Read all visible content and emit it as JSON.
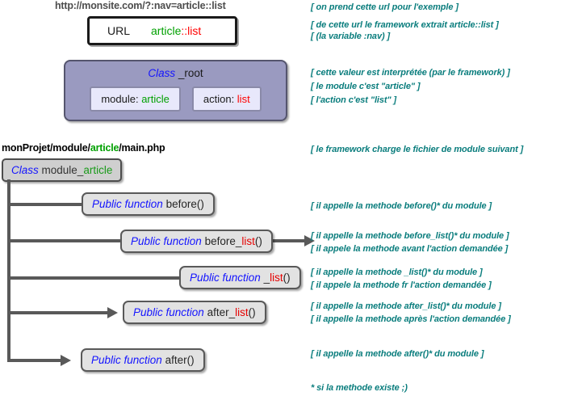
{
  "top": {
    "url_title_plain": "http://monsite.com/?:nav=article::list",
    "url_box": {
      "label": "URL",
      "value_module": "article",
      "value_sep": "::",
      "value_action": "list"
    },
    "annotations": [
      "[ on prend cette url pour l'exemple ]",
      "[ de cette url le framework extrait article::list ]",
      "[ (la variable :nav) ]"
    ]
  },
  "root_class": {
    "keyword": "Class",
    "name": "_root",
    "module_key": "module: ",
    "module_value": "article",
    "action_key": "action: ",
    "action_value": "list",
    "annotations": [
      "[ cette valeur est interprétée (par le framework) ]",
      "[ le module c'est \"article\" ]",
      "[ l'action c'est \"list\" ]"
    ]
  },
  "module_file": {
    "path_prefix": "monProjet/module/",
    "path_highlight": "article",
    "path_suffix": "/main.php",
    "class_keyword": "Class",
    "class_name_prefix": " module_",
    "class_name_highlight": "article",
    "annotation": "[ le framework charge le fichier de module suivant ]"
  },
  "methods": [
    {
      "keyword": "Public function",
      "name_prefix": " before()",
      "name_highlight": "",
      "name_suffix": "",
      "annotations": [
        "[ il appelle la methode before()* du module ]"
      ]
    },
    {
      "keyword": "Public function",
      "name_prefix": " before_",
      "name_highlight": "list",
      "name_suffix": "()",
      "annotations": [
        "[ il appelle la methode before_list()* du module ]",
        "[ il appele la methode avant l'action demandée ]"
      ]
    },
    {
      "keyword": "Public function",
      "name_prefix": " _",
      "name_highlight": "list",
      "name_suffix": "()",
      "annotations": [
        "[ il appelle la methode _list()* du module ]",
        "[ il appele la methode fr l'action demandée ]"
      ]
    },
    {
      "keyword": "Public function",
      "name_prefix": " after_",
      "name_highlight": "list",
      "name_suffix": "()",
      "annotations": [
        "[ il appelle la methode after_list()* du module ]",
        "[ il appelle la methode après l'action demandée ]"
      ]
    },
    {
      "keyword": "Public function",
      "name_prefix": " after()",
      "name_highlight": "",
      "name_suffix": "",
      "annotations": [
        "[ il appelle la methode after()* du module ]"
      ]
    }
  ],
  "footnote": "* si la methode existe ;)",
  "colors": {
    "accent_green": "#00a000",
    "accent_red": "#ff0000",
    "accent_blue": "#1414ff",
    "annotation_teal": "#0a7d7d",
    "root_box_fill": "#9a9ac0",
    "fn_box_fill": "#e2e2e2"
  }
}
